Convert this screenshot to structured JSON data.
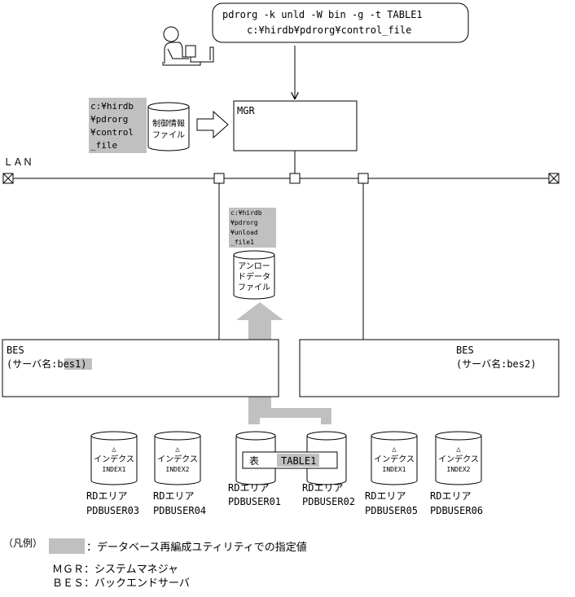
{
  "command": {
    "line1": "pdrorg -k unld -W bin -g -t TABLE1",
    "line2": "c:¥hirdb¥pdrorg¥control_file"
  },
  "mgr_label": "MGR",
  "lan_label": "ＬＡＮ",
  "control_path": [
    "c:¥hirdb",
    "¥pdrorg",
    "¥control",
    "_file"
  ],
  "control_file_label": [
    "制御情報",
    "ファイル"
  ],
  "unload_path": [
    "c:¥hirdb",
    "¥pdrorg",
    "¥unload",
    "_file1"
  ],
  "unload_file_label": [
    "アンロー",
    "ドデータ",
    "ファイル"
  ],
  "bes1": {
    "title": "BES",
    "server_prefix": "(サーバ名:",
    "server_name": "bes1",
    "server_suffix": ")"
  },
  "bes2": {
    "title": "BES",
    "server_line": "(サーバ名:bes2)"
  },
  "index_symbol": "△",
  "index_word": "インデクス",
  "table": {
    "word": "表",
    "name": "TABLE1"
  },
  "disks": [
    {
      "index_name": "INDEX1",
      "rd": "RDエリア",
      "name": "PDBUSER03"
    },
    {
      "index_name": "INDEX2",
      "rd": "RDエリア",
      "name": "PDBUSER04"
    },
    {
      "index_name": "",
      "rd": "RDエリア",
      "name": "PDBUSER01"
    },
    {
      "index_name": "",
      "rd": "RDエリア",
      "name": "PDBUSER02"
    },
    {
      "index_name": "INDEX1",
      "rd": "RDエリア",
      "name": "PDBUSER05"
    },
    {
      "index_name": "INDEX2",
      "rd": "RDエリア",
      "name": "PDBUSER06"
    }
  ],
  "legend": {
    "title": "（凡例）",
    "shade_text": "：データベース再編成ユティリティでの指定値",
    "mgr": "ＭＧＲ：システムマネジャ",
    "bes": "ＢＥＳ：バックエンドサーバ"
  },
  "colors": {
    "highlight": "#c0c0c0",
    "line": "#000000"
  }
}
